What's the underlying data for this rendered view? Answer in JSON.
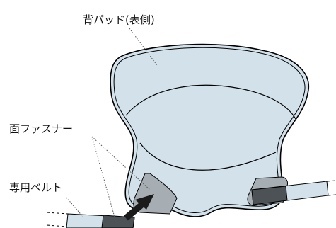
{
  "labels": {
    "back_pad": "背パッド(表側)",
    "hook_loop_fastener": "面ファスナー",
    "dedicated_belt": "専用ベルト"
  },
  "colors": {
    "pad_fill": "#d3e2ea",
    "pad_stroke": "#000000",
    "fastener_fill": "#a6aeb3",
    "belt_fill": "#d3e2ea",
    "belt_end_fill": "#4d5256",
    "arrow_fill": "#1a1a1a",
    "text": "#111111"
  },
  "icons": {
    "insert_arrow": "arrow-up-right"
  }
}
